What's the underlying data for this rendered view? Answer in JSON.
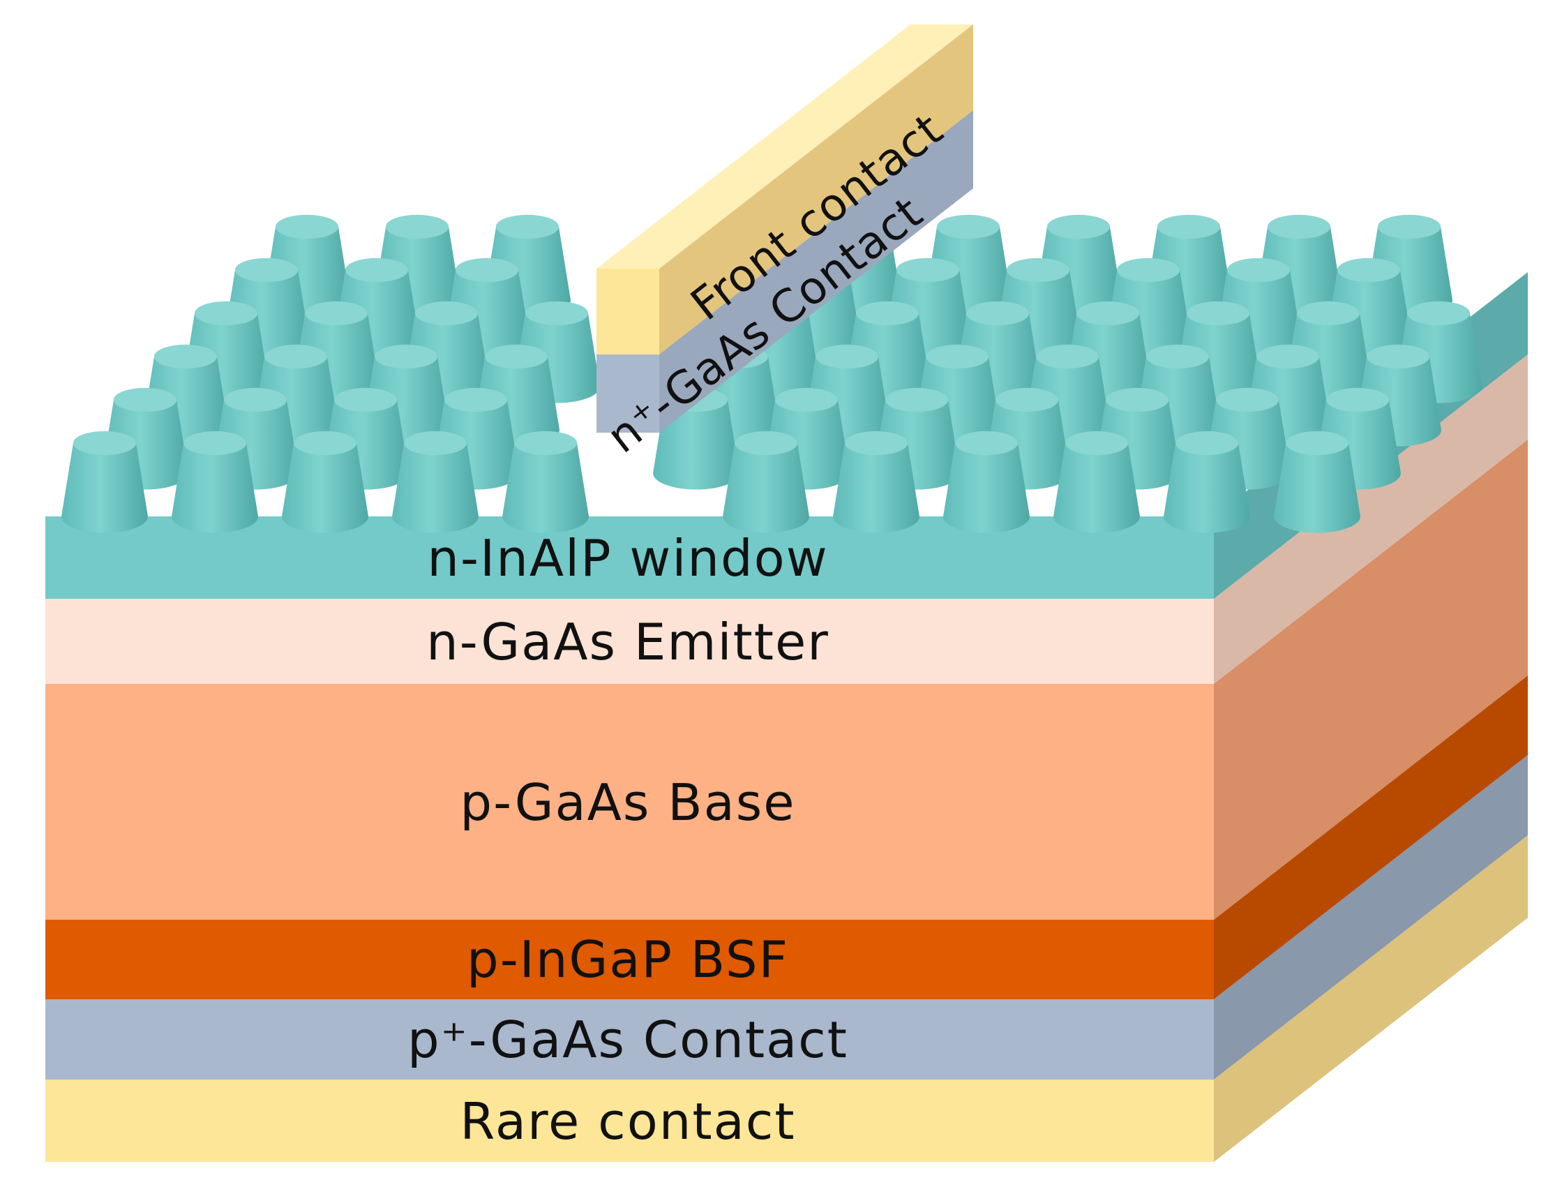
{
  "layers": [
    {
      "label": "n-InAlP window",
      "front": "#73cac8",
      "side": "#5cabaa"
    },
    {
      "label": "n-GaAs Emitter",
      "front": "#fde3d5",
      "side": "#d9b8a8"
    },
    {
      "label": "p-GaAs Base",
      "front": "#fdb185",
      "side": "#d88e67"
    },
    {
      "label": "p-InGaP BSF",
      "front": "#e05a00",
      "side": "#b84a00"
    },
    {
      "label": "p⁺-GaAs Contact",
      "front": "#a9b8cc",
      "side": "#8998ab"
    },
    {
      "label": "Rare contact",
      "front": "#fde697",
      "side": "#dcc27a"
    }
  ],
  "top_contact": {
    "metal_label": "Front contact",
    "cap_label": "n⁺-GaAs Contact",
    "metal_color": "#fde697",
    "metal_side_color": "#e3c57e",
    "cap_color": "#a9b8cc",
    "cap_side_color": "#9aa8bd"
  },
  "texture": {
    "shape": "truncated cone",
    "color": "#6fc6c3",
    "top_color": "#8ad6d2"
  }
}
